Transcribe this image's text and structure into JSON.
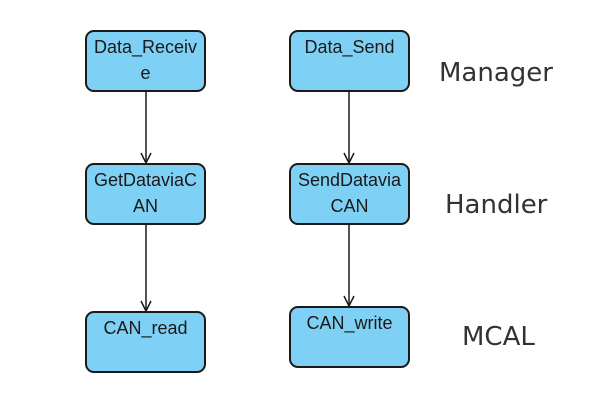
{
  "nodes": {
    "data_receive": "Data_Receive",
    "get_data_via_can": "GetDataviaCAN",
    "can_read": "CAN_read",
    "data_send": "Data_Send",
    "send_data_via_can": "SendDataviaCAN",
    "can_write": "CAN_write"
  },
  "layers": {
    "manager": "Manager",
    "handler": "Handler",
    "mcal": "MCAL"
  },
  "colors": {
    "node_fill": "#7fd0f5",
    "node_border": "#1a1a1a",
    "arrow": "#1a1a1a",
    "layer_text": "#333333"
  }
}
